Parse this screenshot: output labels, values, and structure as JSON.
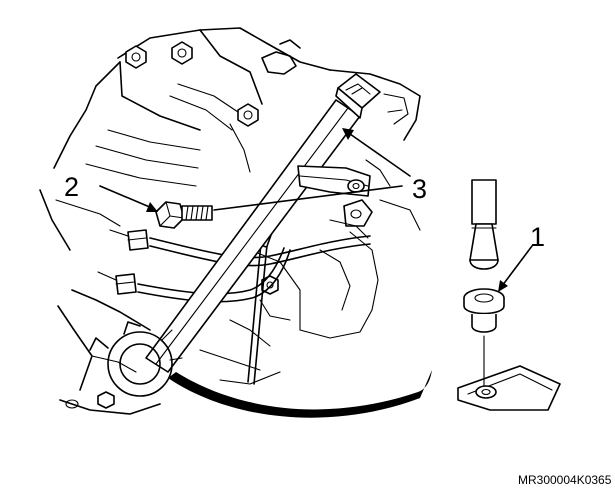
{
  "callouts": {
    "c1": "1",
    "c2": "2",
    "c3": "3"
  },
  "reference_code": "MR300004K0365",
  "colors": {
    "line": "#000000",
    "background": "#ffffff"
  }
}
